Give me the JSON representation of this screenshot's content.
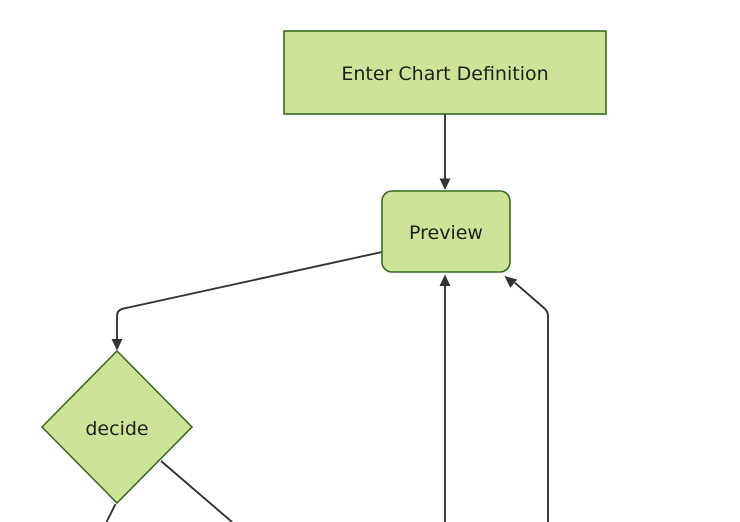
{
  "diagram": {
    "type": "flowchart",
    "direction": "top-down",
    "colors": {
      "canvas_bg": "#ffffff",
      "node_fill": "#cde498",
      "node_border": "#366b21",
      "edge_color": "#333333",
      "text_color": "#1f1f1f"
    },
    "nodes": [
      {
        "id": "enter-chart-definition",
        "label": "Enter Chart Definition",
        "shape": "rectangle"
      },
      {
        "id": "preview",
        "label": "Preview",
        "shape": "rounded-rectangle"
      },
      {
        "id": "decide",
        "label": "decide",
        "shape": "diamond"
      }
    ],
    "edges": [
      {
        "from": "enter-chart-definition",
        "to": "preview",
        "arrow": true
      },
      {
        "from": "preview",
        "to": "decide",
        "arrow": true
      },
      {
        "from": "offscreen-bottom-center",
        "to": "preview",
        "arrow": true
      },
      {
        "from": "offscreen-bottom-right",
        "to": "preview",
        "arrow": true
      },
      {
        "from": "decide",
        "to": "offscreen-bottom-left",
        "arrow": false
      },
      {
        "from": "decide",
        "to": "offscreen-bottom-right",
        "arrow": false
      }
    ]
  }
}
